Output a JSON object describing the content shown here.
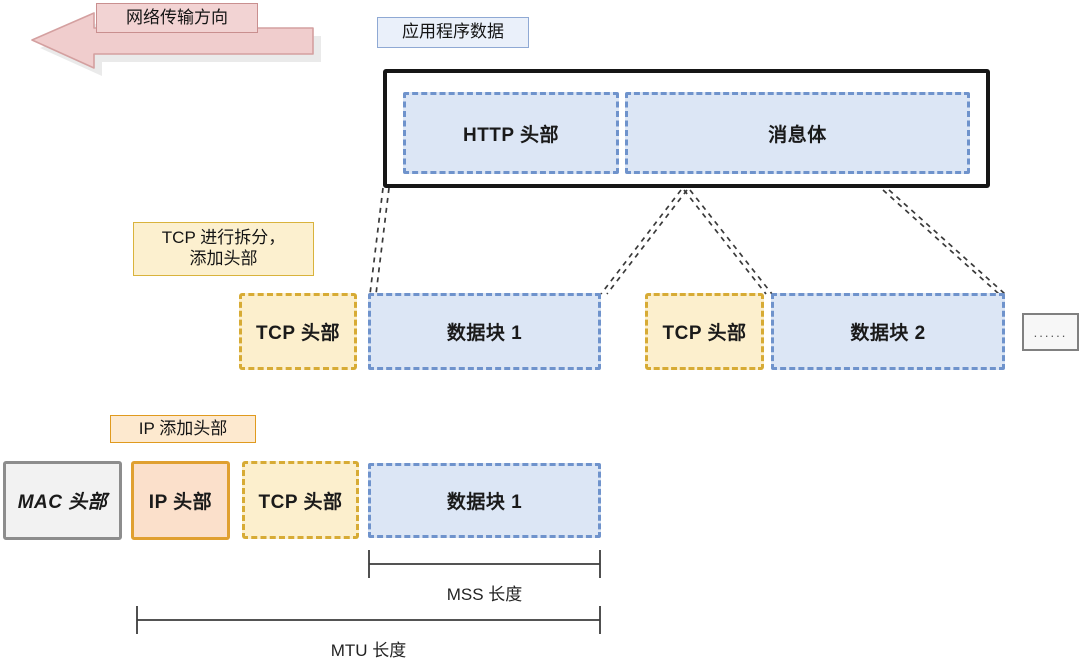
{
  "diagram": {
    "title_note": "TCP/IP data encapsulation and segmentation diagram",
    "direction_label": "网络传输方向",
    "app_data_label": "应用程序数据",
    "tcp_split_label": "TCP 进行拆分，\n添加头部",
    "ip_add_header_label": "IP 添加头部",
    "ellipsis_label": "......"
  },
  "layer_app": {
    "blocks": [
      {
        "label": "HTTP 头部",
        "style": "blue-dash"
      },
      {
        "label": "消息体",
        "style": "blue-dash"
      }
    ]
  },
  "layer_tcp": {
    "blocks": [
      {
        "label": "TCP 头部",
        "style": "yellow-dash"
      },
      {
        "label": "数据块 1",
        "style": "blue-dash"
      },
      {
        "label": "TCP 头部",
        "style": "yellow-dash"
      },
      {
        "label": "数据块 2",
        "style": "blue-dash"
      }
    ]
  },
  "layer_ip": {
    "blocks": [
      {
        "label": "MAC 头部",
        "style": "grey-solid"
      },
      {
        "label": "IP 头部",
        "style": "orange-solid"
      },
      {
        "label": "TCP 头部",
        "style": "yellow-dash"
      },
      {
        "label": "数据块 1",
        "style": "blue-dash"
      }
    ]
  },
  "measurements": [
    {
      "name": "mss",
      "label": "MSS 长度"
    },
    {
      "name": "mtu",
      "label": "MTU 长度"
    }
  ],
  "colors": {
    "blue_fill": "#dce6f5",
    "blue_stroke": "#6f93cc",
    "yellow_fill": "#fcefcd",
    "yellow_stroke": "#d7ab35",
    "orange_fill": "#fbe0cb",
    "orange_stroke": "#e0a030",
    "grey_fill": "#f2f2f2",
    "grey_stroke": "#8d8d8d",
    "arrow_fill": "#f0cdcd",
    "arrow_stroke": "#d4a0a0",
    "outer_stroke": "#161616"
  }
}
